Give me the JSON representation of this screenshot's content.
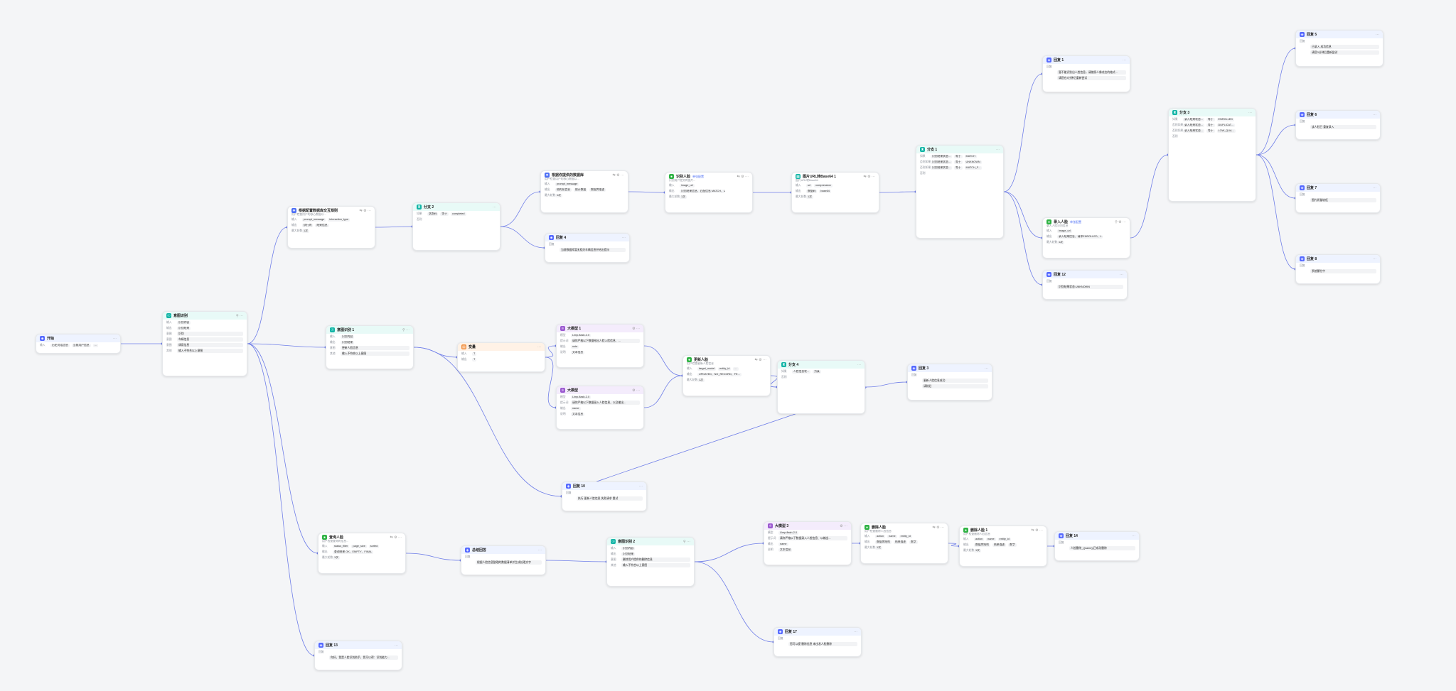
{
  "nodes": {
    "start": {
      "title": "开始",
      "rows": [
        {
          "label": "输入",
          "tags": [
            "历史对话信息",
            "当前用户信息",
            "..."
          ]
        }
      ]
    },
    "intent1": {
      "title": "意图识别",
      "ctl": "⚲ ⋯",
      "rows": [
        {
          "label": "输入",
          "tags": [
            "识别内容"
          ]
        },
        {
          "label": "输出",
          "tags": [
            "识别结果"
          ]
        },
        {
          "label": "意图",
          "bar": "识别"
        },
        {
          "label": "意图",
          "bar": "车辆信息"
        },
        {
          "label": "意图",
          "bar": "调用信息"
        },
        {
          "label": "其他",
          "bar": "输入不符合以上意图"
        }
      ]
    },
    "llm_parse": {
      "title": "根据配置数据库交互规则",
      "sub": "用户检查用户的核心数据以...",
      "ctl": "⇆ ⚙ ⋯",
      "rows": [
        {
          "label": "输入",
          "tags": [
            "prompt_message",
            "interaction_type"
          ]
        },
        {
          "label": "输出",
          "tags": [
            "执行的",
            "结果信息"
          ]
        },
        {
          "label": "最大轮数",
          "tags": [
            "1次"
          ]
        }
      ]
    },
    "branch2": {
      "title": "分支 2",
      "rows": [
        {
          "label": "如果",
          "tags": [
            "状态码",
            "等于",
            "completed"
          ]
        },
        {
          "label": "否则",
          "tags": []
        }
      ]
    },
    "llm_search": {
      "title": "根据你提供的数据库",
      "sub": "用户检查用户的核心数据以...",
      "ctl": "⇆ ⚙ ⋯",
      "rows": [
        {
          "label": "输入",
          "tags": [
            "prompt_message"
          ]
        },
        {
          "label": "输出",
          "tags": [
            "结构化信息",
            "统计数据",
            "数据库描述"
          ]
        },
        {
          "label": "最大轮数",
          "tags": [
            "1次"
          ]
        }
      ]
    },
    "reply4": {
      "title": "回复 4",
      "rows": [
        {
          "label": "回复",
          "tags": []
        },
        {
          "label": "",
          "bar": "当前数据库暂无相关车辆信息并给出提示"
        }
      ]
    },
    "recognize": {
      "title": "识别人脸",
      "sub": "识别用户提交的图片...",
      "badge": "单张配置",
      "ctl": "⇆ ⚙ ⋯",
      "rows": [
        {
          "label": "输入",
          "tags": [
            "image_url"
          ]
        },
        {
          "label": "输出",
          "tags": [
            "识别结果信息、匹配信息 MATCH、U..."
          ]
        },
        {
          "label": "最大轮数",
          "tags": [
            "1次"
          ]
        }
      ]
    },
    "image_convert": {
      "title": "图片URL转Base64 1",
      "sub": "图片URL转Base64",
      "ctl": "⇆ ⚙ ⋯",
      "rows": [
        {
          "label": "输入",
          "tags": [
            "url",
            "compression"
          ]
        },
        {
          "label": "输出",
          "tags": [
            "数据码",
            "base64"
          ]
        },
        {
          "label": "最大轮数",
          "tags": [
            "1次"
          ]
        }
      ]
    },
    "branch1": {
      "title": "分支 1",
      "rows": [
        {
          "label": "如果",
          "tags": [
            "识别结果状态...",
            "等于",
            "MATCH"
          ]
        },
        {
          "label": "否则如果",
          "tags": [
            "识别结果状态...",
            "等于",
            "UNKNOWN"
          ]
        },
        {
          "label": "否则如果",
          "tags": [
            "识别结果状态...",
            "等于",
            "MATCH_F..."
          ]
        },
        {
          "label": "否则",
          "tags": []
        }
      ]
    },
    "reply1": {
      "title": "回复 1",
      "rows": [
        {
          "label": "回复",
          "tags": []
        },
        {
          "label": "",
          "bar": "暂不能识别出人脸信息，请按照人像对应的格式..."
        },
        {
          "label": "",
          "bar": "请您在3分钟后重新尝试"
        }
      ]
    },
    "register": {
      "title": "录入人脸",
      "sub": "录入人脸识别信息",
      "badge": "单张配置",
      "ctl": "⚲ ⚙ ⋯",
      "rows": [
        {
          "label": "输入",
          "tags": [
            "image_url"
          ]
        },
        {
          "label": "输出",
          "tags": [
            "录入结果信息、请求ENROLLED、L..."
          ]
        },
        {
          "label": "最大轮数",
          "tags": [
            "1次"
          ]
        }
      ]
    },
    "reply12": {
      "title": "回复 12",
      "rows": [
        {
          "label": "回复",
          "tags": []
        },
        {
          "label": "",
          "bar": "识别结果状态:UNKNOWN"
        }
      ]
    },
    "branch3": {
      "title": "分支 3",
      "rows": [
        {
          "label": "如果",
          "tags": [
            "录入结果状态...",
            "等于",
            "ENROLLED"
          ]
        },
        {
          "label": "否则如果",
          "tags": [
            "录入结果状态...",
            "等于",
            "DUPLICAT..."
          ]
        },
        {
          "label": "否则如果",
          "tags": [
            "录入结果状态...",
            "等于",
            "LOW_QUA..."
          ]
        },
        {
          "label": "否则",
          "tags": []
        }
      ]
    },
    "reply5": {
      "title": "回复 5",
      "rows": [
        {
          "label": "回复",
          "tags": []
        },
        {
          "label": "",
          "bar": "已录入 成功信息"
        },
        {
          "label": "",
          "bar": "请您3分钟后重新尝试"
        }
      ]
    },
    "reply6": {
      "title": "回复 6",
      "rows": [
        {
          "label": "回复",
          "tags": []
        },
        {
          "label": "",
          "bar": "该人脸已 重复录入"
        }
      ]
    },
    "reply7": {
      "title": "回复 7",
      "rows": [
        {
          "label": "回复",
          "tags": []
        },
        {
          "label": "",
          "bar": "图片质量较低"
        }
      ]
    },
    "reply8": {
      "title": "回复 8",
      "rows": [
        {
          "label": "回复",
          "tags": []
        },
        {
          "label": "",
          "bar": "系统繁忙中"
        }
      ]
    },
    "intent2": {
      "title": "意图识别 1",
      "ctl": "⚲ ⋯",
      "rows": [
        {
          "label": "输入",
          "tags": [
            "识别内容"
          ]
        },
        {
          "label": "输出",
          "tags": [
            "识别结果"
          ]
        },
        {
          "label": "意图",
          "bar": "更新人脸信息"
        },
        {
          "label": "其他",
          "bar": "输入不符合以上意图"
        }
      ]
    },
    "variable": {
      "title": "变量",
      "rows": [
        {
          "label": "输入",
          "tags": [
            "T"
          ]
        },
        {
          "label": "输出",
          "tags": [
            "T"
          ]
        }
      ]
    },
    "llm1": {
      "title": "大模型 1",
      "ctl": "⚙ ⋯",
      "rows": [
        {
          "label": "模型",
          "tags": [
            "Llmp-flash-2.0"
          ]
        },
        {
          "label": "提示词",
          "bar": "请你严格以下数据给出人脸入脸信息、..."
        },
        {
          "label": "输出",
          "tags": [
            "note"
          ]
        },
        {
          "label": "说明",
          "tags": [
            "文本信息"
          ]
        }
      ]
    },
    "llm2": {
      "title": "大模型",
      "ctl": "⚙ ⋯",
      "rows": [
        {
          "label": "模型",
          "tags": [
            "Llmp-flash-2.0"
          ]
        },
        {
          "label": "提示词",
          "bar": "请你严格以下数据录入人脸信息，以及输出..."
        },
        {
          "label": "输出",
          "tags": [
            "name"
          ]
        },
        {
          "label": "说明",
          "tags": [
            "文本信息"
          ]
        }
      ]
    },
    "update_face": {
      "title": "更新人脸",
      "sub": "用户检查更新人脸信息",
      "ctl": "⇆ ⚙ ⋯",
      "rows": [
        {
          "label": "输入",
          "tags": [
            "target_model",
            "entity_id",
            "..."
          ]
        },
        {
          "label": "输出",
          "tags": [
            "UPDATED、NO_RECORD、FE..."
          ]
        },
        {
          "label": "最大轮数",
          "tags": [
            "1次"
          ]
        }
      ]
    },
    "branch4": {
      "title": "分支 4",
      "rows": [
        {
          "label": "如果",
          "tags": [
            "人脸信息状...",
            "为真"
          ]
        },
        {
          "label": "否则",
          "tags": []
        }
      ]
    },
    "reply3": {
      "title": "回复 3",
      "rows": [
        {
          "label": "回复",
          "tags": []
        },
        {
          "label": "",
          "bar": "更新人脸信息成功"
        },
        {
          "label": "",
          "bar": "请稍后"
        }
      ]
    },
    "reply10": {
      "title": "回复 10",
      "rows": [
        {
          "label": "回复",
          "tags": []
        },
        {
          "label": "",
          "bar": "执行 更新人脸信息 失败请求 重试"
        }
      ]
    },
    "query_face": {
      "title": "查询人脸",
      "sub": "用户检查查询的信息...",
      "ctl": "⇆ ⚙ ⋯",
      "rows": [
        {
          "label": "输入",
          "tags": [
            "status_filter",
            "page_size",
            "sorted"
          ]
        },
        {
          "label": "输出",
          "tags": [
            "查询结果 OK、EMPTY、FINAL"
          ]
        },
        {
          "label": "最大轮数",
          "tags": [
            "1次"
          ]
        }
      ]
    },
    "summary": {
      "title": "总结回答",
      "rows": [
        {
          "label": "回复",
          "tags": []
        },
        {
          "label": "",
          "bar": "根据人脸信息整理的数据清单并生成处理文字"
        }
      ]
    },
    "intent3": {
      "title": "意图识别 2",
      "ctl": "⚲ ⋯",
      "rows": [
        {
          "label": "输入",
          "tags": [
            "识别内容"
          ]
        },
        {
          "label": "输出",
          "tags": [
            "识别结果"
          ]
        },
        {
          "label": "意图",
          "bar": "删除用户提供的删除信息"
        },
        {
          "label": "其他",
          "bar": "输入不符合以上意图"
        }
      ]
    },
    "llm3": {
      "title": "大模型 3",
      "ctl": "⚙ ⋯",
      "rows": [
        {
          "label": "模型",
          "tags": [
            "Llmp-flash-2.0"
          ]
        },
        {
          "label": "提示词",
          "bar": "请你严格以下数据录入人脸信息、以输出..."
        },
        {
          "label": "输出",
          "tags": [
            "name"
          ]
        },
        {
          "label": "说明",
          "tags": [
            "文本信息"
          ]
        }
      ]
    },
    "delete_face": {
      "title": "删除人脸",
      "sub": "用户检查删除人脸信息",
      "ctl": "⇆ ⚙ ⋯",
      "rows": [
        {
          "label": "输入",
          "tags": [
            "action",
            "name",
            "entity_id"
          ]
        },
        {
          "label": "输出",
          "tags": [
            "数据库结构",
            "结果描述",
            "数字"
          ]
        },
        {
          "label": "最大轮数",
          "tags": [
            "1次"
          ]
        }
      ]
    },
    "delete_face1": {
      "title": "删除人脸 1",
      "sub": "用户检查删除人脸信息",
      "ctl": "⇆ ⚙ ⋯",
      "rows": [
        {
          "label": "输入",
          "tags": [
            "action",
            "name",
            "entity_id"
          ]
        },
        {
          "label": "输出",
          "tags": [
            "数据库结构",
            "结果描述",
            "数字"
          ]
        },
        {
          "label": "最大轮数",
          "tags": [
            "1次"
          ]
        }
      ]
    },
    "reply14": {
      "title": "回复 14",
      "rows": [
        {
          "label": "回复",
          "tags": []
        },
        {
          "label": "",
          "bar": "人脸删除_{{name}}已成功删除"
        }
      ]
    },
    "reply17": {
      "title": "回复 17",
      "rows": [
        {
          "label": "回复",
          "tags": []
        },
        {
          "label": "",
          "bar": "您可以提 删除信息 来出发人脸删除"
        }
      ]
    },
    "reply13": {
      "title": "回复 13",
      "rows": [
        {
          "label": "回复",
          "tags": []
        },
        {
          "label": "",
          "bar": "你好，我是人脸识别助手，我可以帮：识别能力..."
        }
      ]
    }
  },
  "colors": {
    "edge": "#6f7ee8",
    "canvas": "#f4f5f7"
  }
}
